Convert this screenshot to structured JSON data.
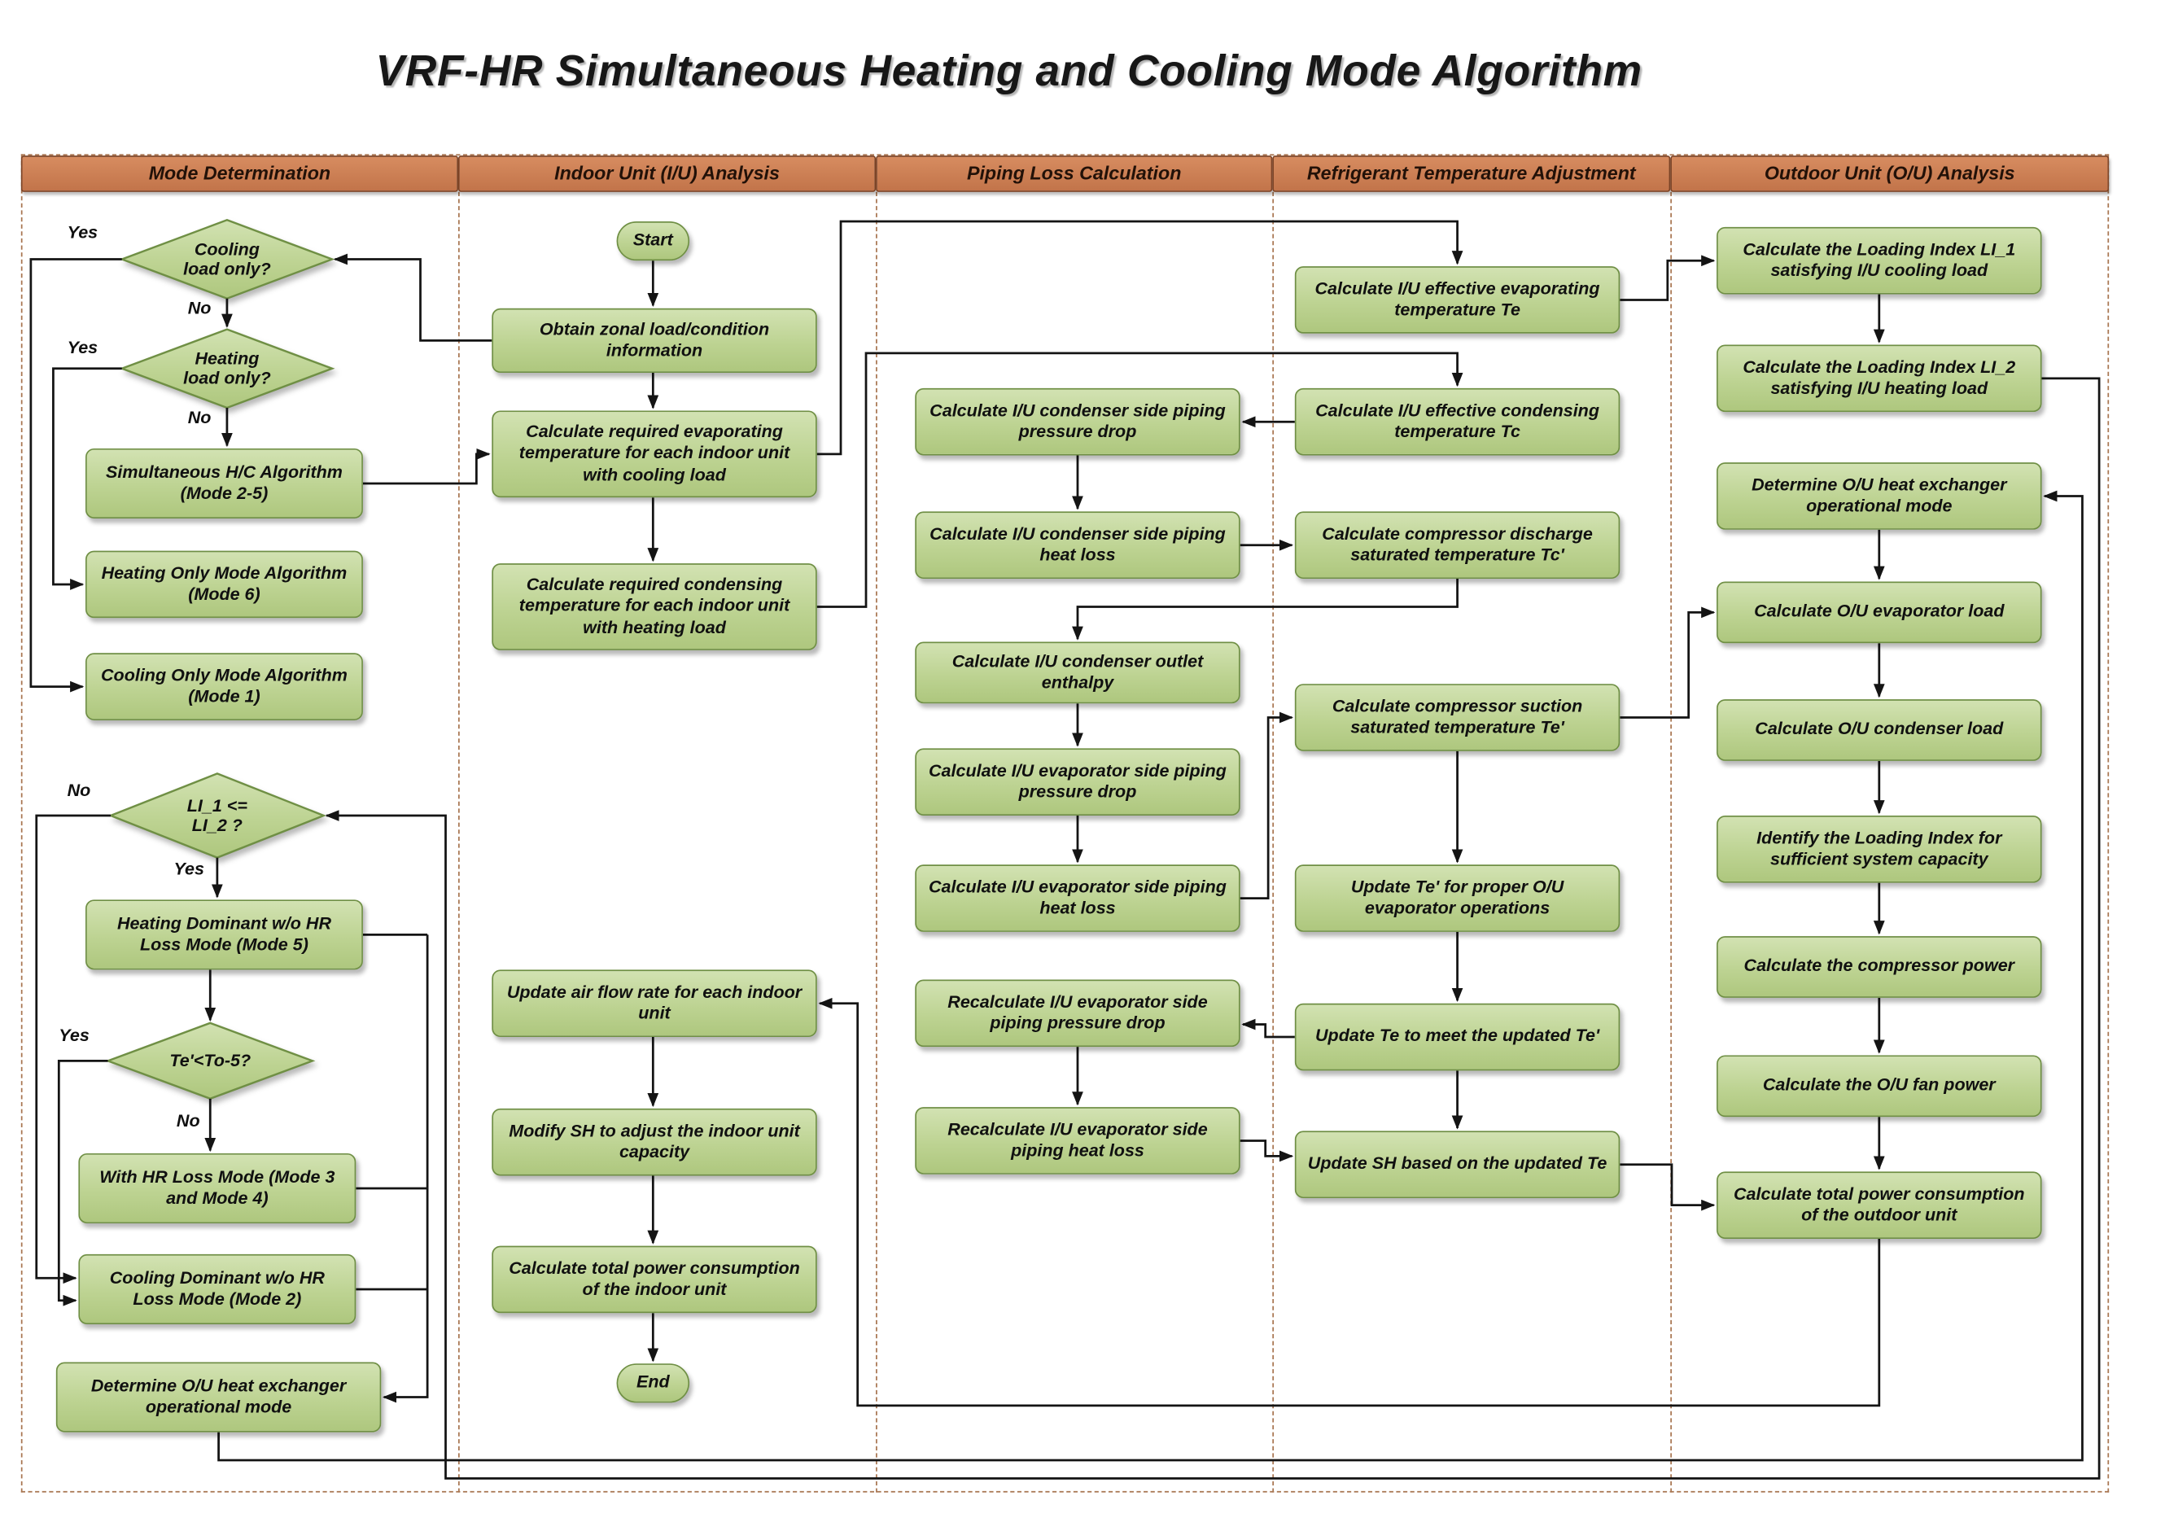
{
  "title": "VRF-HR Simultaneous Heating and Cooling Mode Algorithm",
  "labels": {
    "yes": "Yes",
    "no": "No"
  },
  "lanes": [
    {
      "label": "Mode Determination"
    },
    {
      "label": "Indoor Unit (I/U) Analysis"
    },
    {
      "label": "Piping Loss Calculation"
    },
    {
      "label": "Refrigerant Temperature Adjustment"
    },
    {
      "label": "Outdoor Unit (O/U) Analysis"
    }
  ],
  "nodes": {
    "cooling_q": {
      "label": "Cooling\nload only?"
    },
    "heating_q": {
      "label": "Heating\nload only?"
    },
    "simult": {
      "label": "Simultaneous H/C Algorithm (Mode 2-5)"
    },
    "heat_only": {
      "label": "Heating Only Mode Algorithm (Mode 6)"
    },
    "cool_only": {
      "label": "Cooling Only Mode Algorithm (Mode 1)"
    },
    "li_q": {
      "label": "LI_1 <=\nLI_2 ?"
    },
    "heat_dom": {
      "label": "Heating Dominant w/o HR Loss Mode (Mode 5)"
    },
    "te_q": {
      "label": "Te'<To-5?"
    },
    "with_hr": {
      "label": "With HR Loss Mode (Mode 3 and Mode 4)"
    },
    "cool_dom": {
      "label": "Cooling Dominant w/o HR Loss Mode (Mode 2)"
    },
    "determine_hx_1": {
      "label": "Determine O/U heat exchanger operational mode"
    },
    "start": {
      "label": "Start"
    },
    "obtain": {
      "label": "Obtain zonal load/condition information"
    },
    "evap_req": {
      "label": "Calculate required evaporating temperature for each indoor unit with cooling load"
    },
    "cond_req": {
      "label": "Calculate required condensing temperature for each indoor unit with heating load"
    },
    "airflow": {
      "label": "Update air flow rate for each indoor unit"
    },
    "sh_mod": {
      "label": "Modify SH to adjust the indoor unit capacity"
    },
    "iu_power": {
      "label": "Calculate total power consumption of the indoor unit"
    },
    "end": {
      "label": "End"
    },
    "cpd": {
      "label": "Calculate I/U condenser side piping pressure drop"
    },
    "chl": {
      "label": "Calculate I/U condenser side piping heat loss"
    },
    "enthalpy": {
      "label": "Calculate I/U condenser outlet enthalpy"
    },
    "epd": {
      "label": "Calculate I/U evaporator side piping pressure drop"
    },
    "ehl": {
      "label": "Calculate I/U evaporator side piping heat loss"
    },
    "repd": {
      "label": "Recalculate I/U evaporator side piping pressure drop"
    },
    "rehl": {
      "label": "Recalculate I/U evaporator side piping heat loss"
    },
    "te_eff": {
      "label": "Calculate I/U effective evaporating temperature Te"
    },
    "tc_eff": {
      "label": "Calculate I/U effective condensing temperature Tc"
    },
    "tcp": {
      "label": "Calculate compressor discharge saturated temperature Tc'"
    },
    "tep": {
      "label": "Calculate compressor suction saturated temperature Te'"
    },
    "update_tep": {
      "label": "Update Te' for proper O/U evaporator operations"
    },
    "update_te": {
      "label": "Update Te to meet the updated Te'"
    },
    "update_sh": {
      "label": "Update SH based on the updated Te"
    },
    "li1": {
      "label": "Calculate the Loading Index LI_1 satisfying I/U cooling load"
    },
    "li2": {
      "label": "Calculate the Loading Index LI_2 satisfying I/U heating load"
    },
    "determine_hx_2": {
      "label": "Determine O/U heat exchanger operational mode"
    },
    "evap_load": {
      "label": "Calculate O/U evaporator load"
    },
    "cond_load": {
      "label": "Calculate O/U condenser load"
    },
    "identify": {
      "label": "Identify the Loading Index for sufficient system capacity"
    },
    "comp_power": {
      "label": "Calculate the compressor power"
    },
    "fan_power": {
      "label": "Calculate the O/U fan power"
    },
    "ou_total": {
      "label": "Calculate total power consumption of the outdoor unit"
    }
  },
  "colors": {
    "node-fill-light": "#d2e2b2",
    "node-fill-dark": "#aec77e",
    "node-border": "#6f8f44",
    "lane-header-light": "#d78c60",
    "lane-header-dark": "#c2744a",
    "lane-header-border": "#7e4426",
    "lane-dash": "#a87550",
    "arrow": "#141414"
  }
}
